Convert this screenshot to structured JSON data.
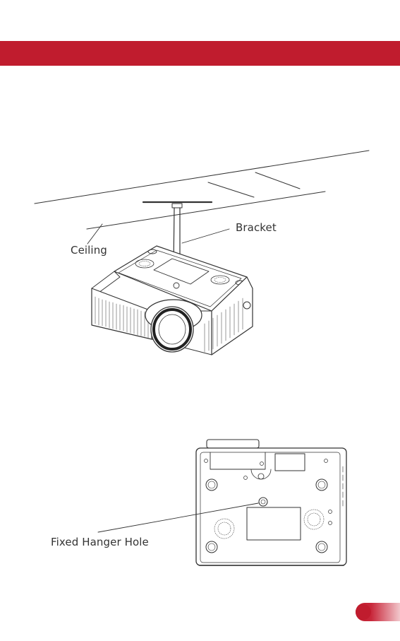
{
  "header": {
    "accent_color": "#c01c2e"
  },
  "figure_top": {
    "labels": {
      "ceiling": "Ceiling",
      "bracket": "Bracket"
    }
  },
  "figure_bottom": {
    "labels": {
      "fixed_hanger_hole": "Fixed Hanger Hole"
    }
  },
  "footer": {
    "page_tab_color": "#c01c2e"
  }
}
